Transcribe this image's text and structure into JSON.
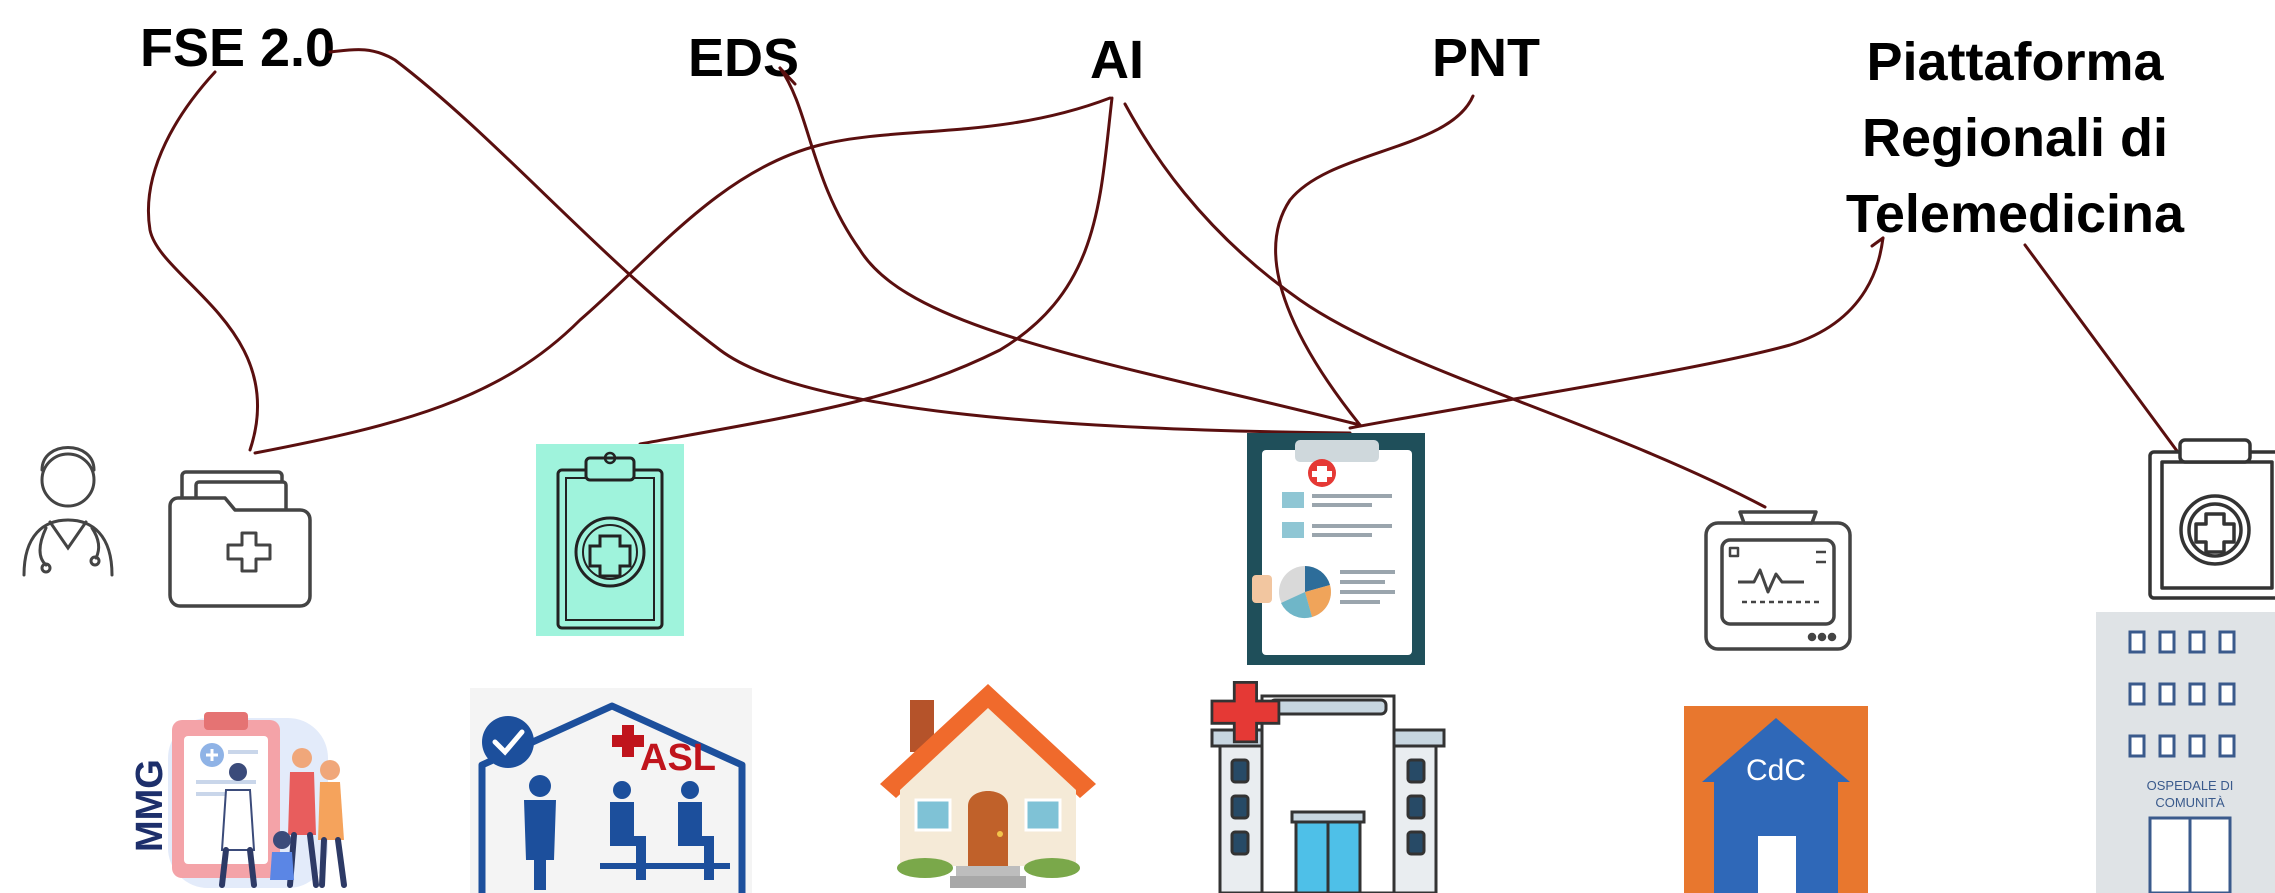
{
  "headings": {
    "fse": "FSE 2.0",
    "eds": "EDS",
    "ai": "AI",
    "pnt": "PNT",
    "prt": "Piattaforma Regionali di Telemedicina"
  },
  "labels": {
    "mmg": "MMG",
    "asl": "ASL",
    "cdc": "CdC",
    "odc_line1": "OSPEDALE DI",
    "odc_line2": "COMUNITÀ"
  },
  "colors": {
    "connector": "#5a0f0f",
    "mmg_text": "#1d2f6b",
    "asl_text": "#c0141c",
    "asl_border": "#1c4f9c",
    "cdc_roof": "#2f68b8",
    "cdc_bg": "#e8772e",
    "clipboard_bg": "#9ff3dc"
  },
  "icons": [
    "doctor-icon",
    "folder-medical-icon",
    "clipboard-medical-icon",
    "medical-report-icon",
    "vital-monitor-icon",
    "clipboard-plus-icon",
    "mmg-illustration",
    "asl-building-icon",
    "home-icon",
    "hospital-icon",
    "cdc-house-icon",
    "ospedale-di-comunita-icon"
  ]
}
